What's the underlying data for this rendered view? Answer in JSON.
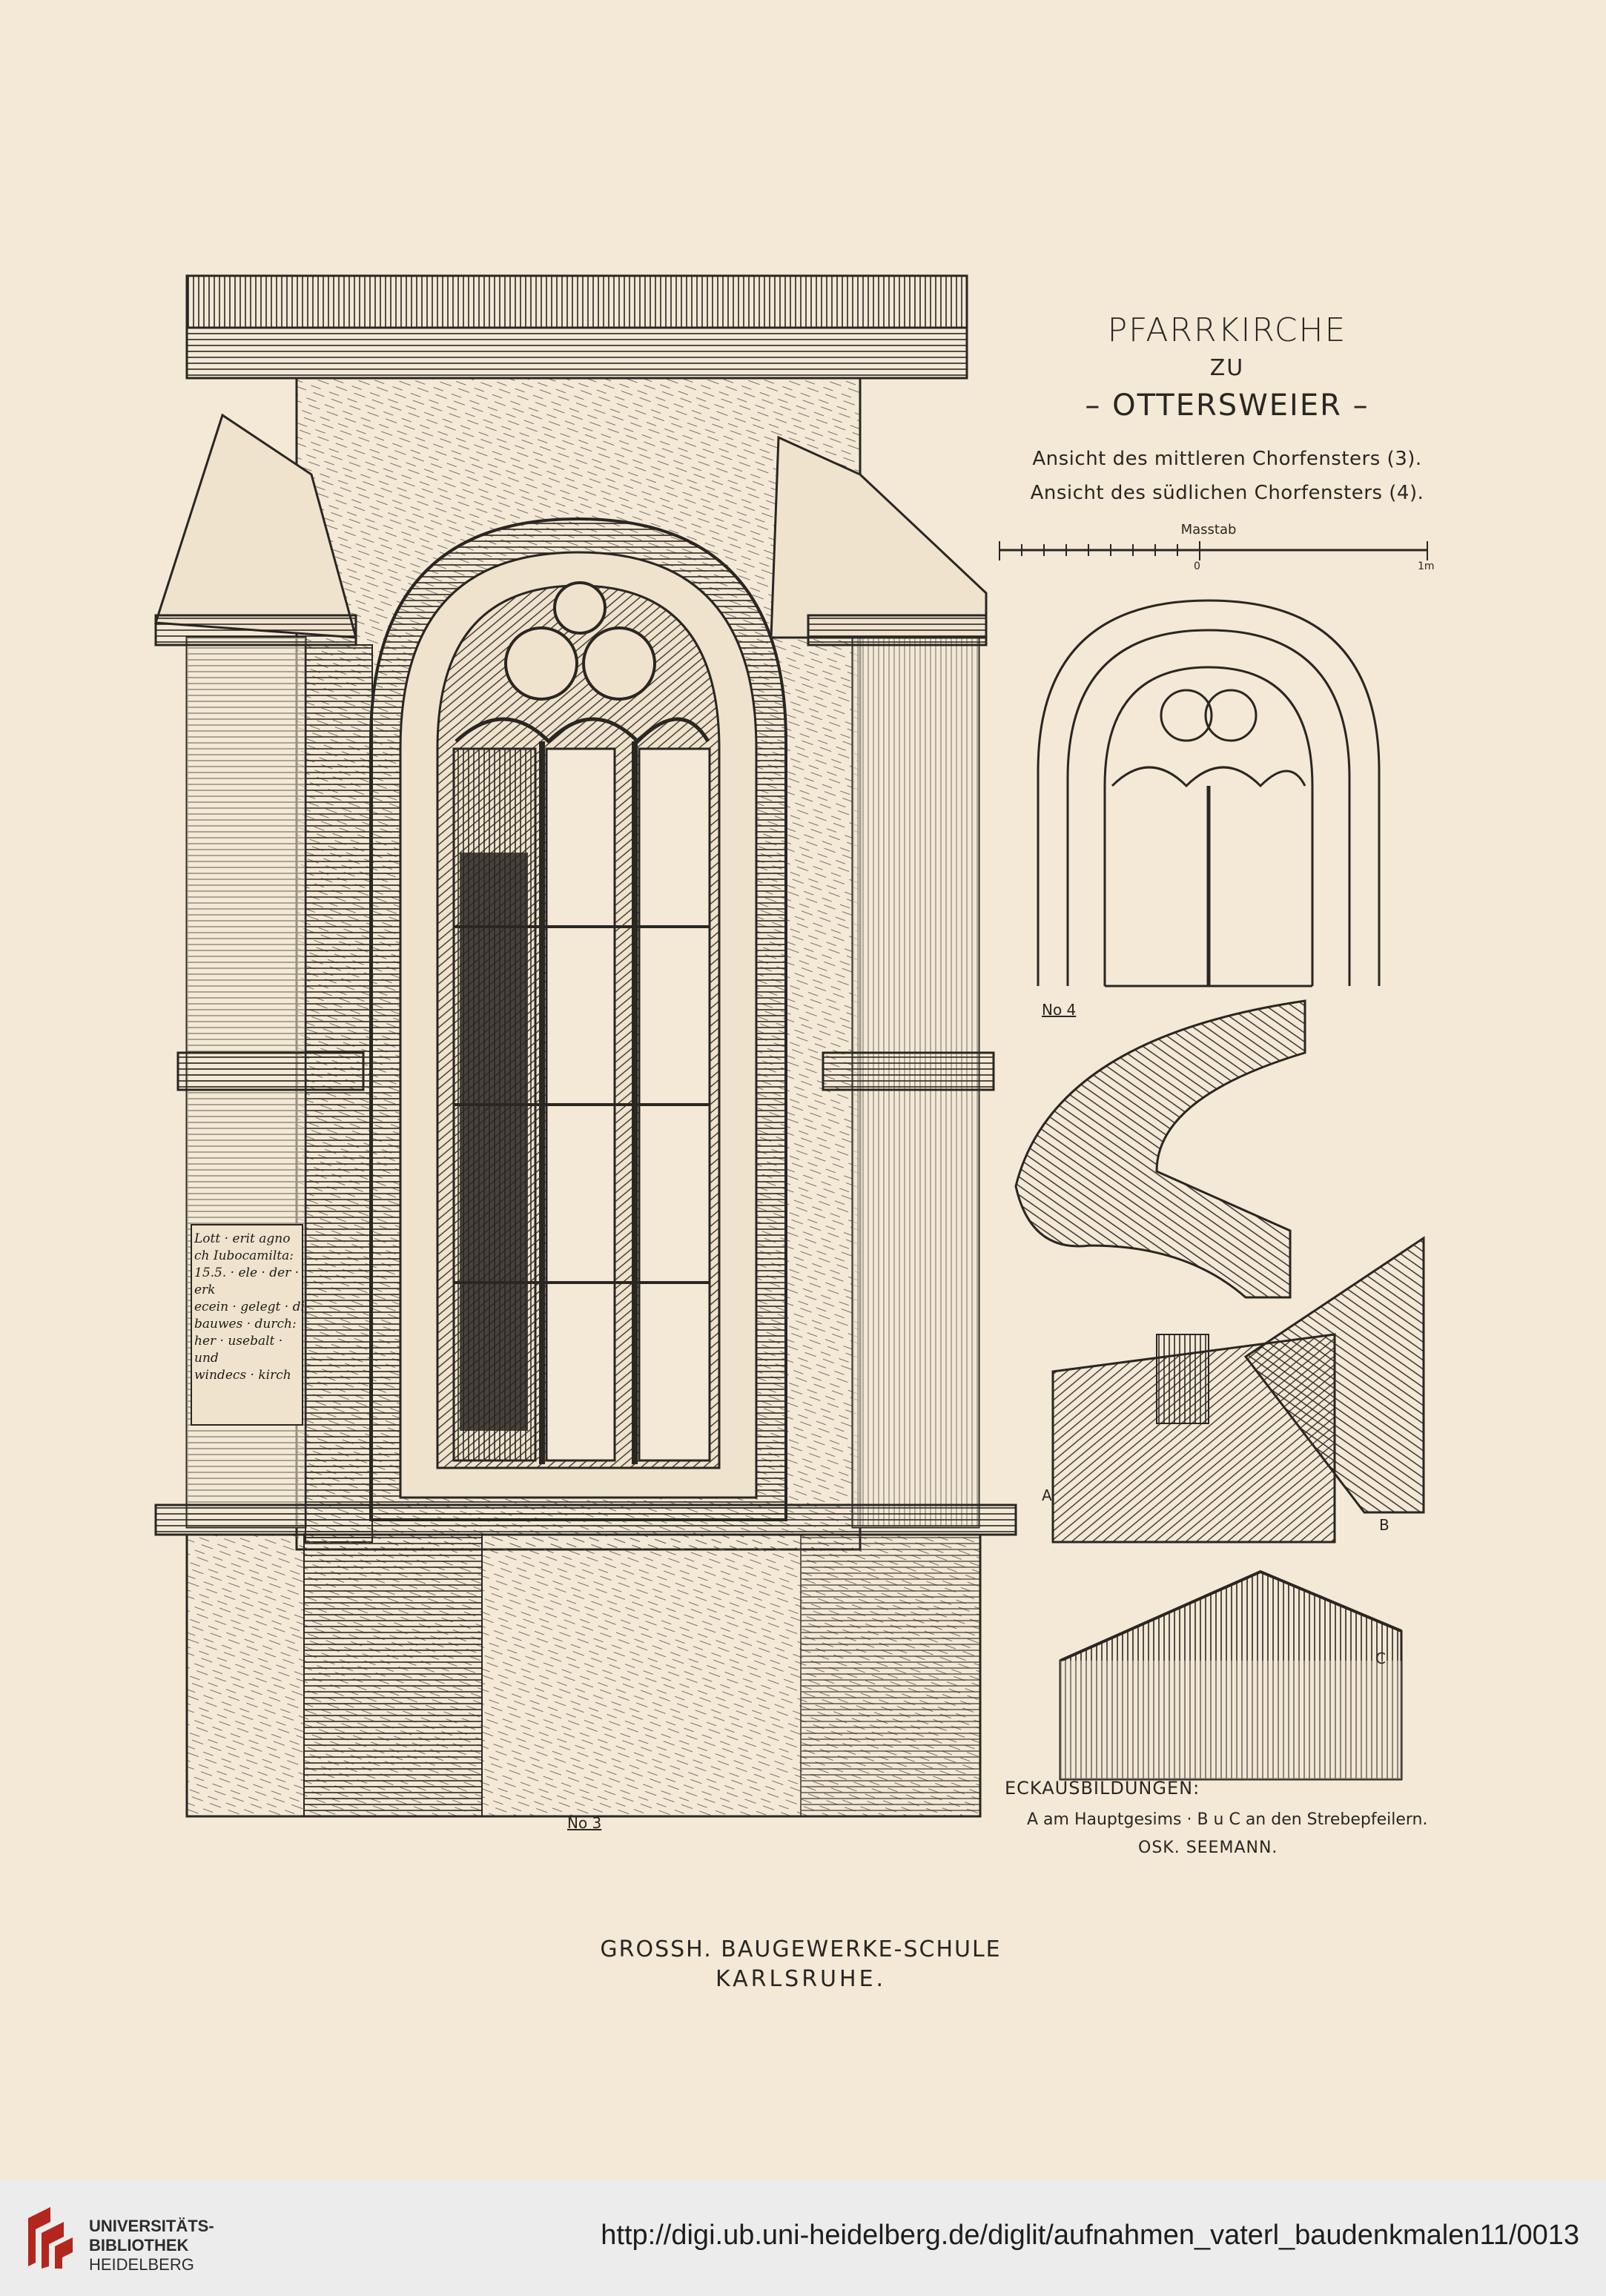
{
  "plate": {
    "title": "PFARRKIRCHE",
    "subtitle_zu": "ZU",
    "place": "– OTTERSWEIER –",
    "view1": "Ansicht des mittleren Chorfensters (3).",
    "view2": "Ansicht des südlichen Chorfensters (4).",
    "scale_label": "Masstab",
    "scale_zero": "0",
    "scale_end": "1m",
    "label_no3": "No 3",
    "label_no4": "No 4",
    "letter_a": "A",
    "letter_b": "B",
    "letter_c": "C",
    "eck_title": "ECKAUSBILDUNGEN:",
    "eck_desc": "A am Hauptgesims · B u C an den Strebepfeilern.",
    "author": "OSK. SEEMANN.",
    "school_line1": "GROSSH. BAUGEWERKE-SCHULE",
    "school_line2": "KARLSRUHE.",
    "inscription": [
      "Lott · erit agno",
      "ch Iubocamilta:",
      "15.5. · ele · der · erk",
      "ecein · gelegt · di",
      "bauwes · durch:",
      "her · usebalt · und",
      "windecs · kirch"
    ]
  },
  "footer": {
    "library_line1": "UNIVERSITÄTS-",
    "library_line2": "BIBLIOTHEK",
    "library_line3": "HEIDELBERG",
    "url": "http://digi.ub.uni-heidelberg.de/diglit/aufnahmen_vaterl_baudenkmalen11/0013"
  },
  "colors": {
    "paper": "#f3e9d6",
    "ink": "#2a2622",
    "logo_red": "#b3261e"
  }
}
